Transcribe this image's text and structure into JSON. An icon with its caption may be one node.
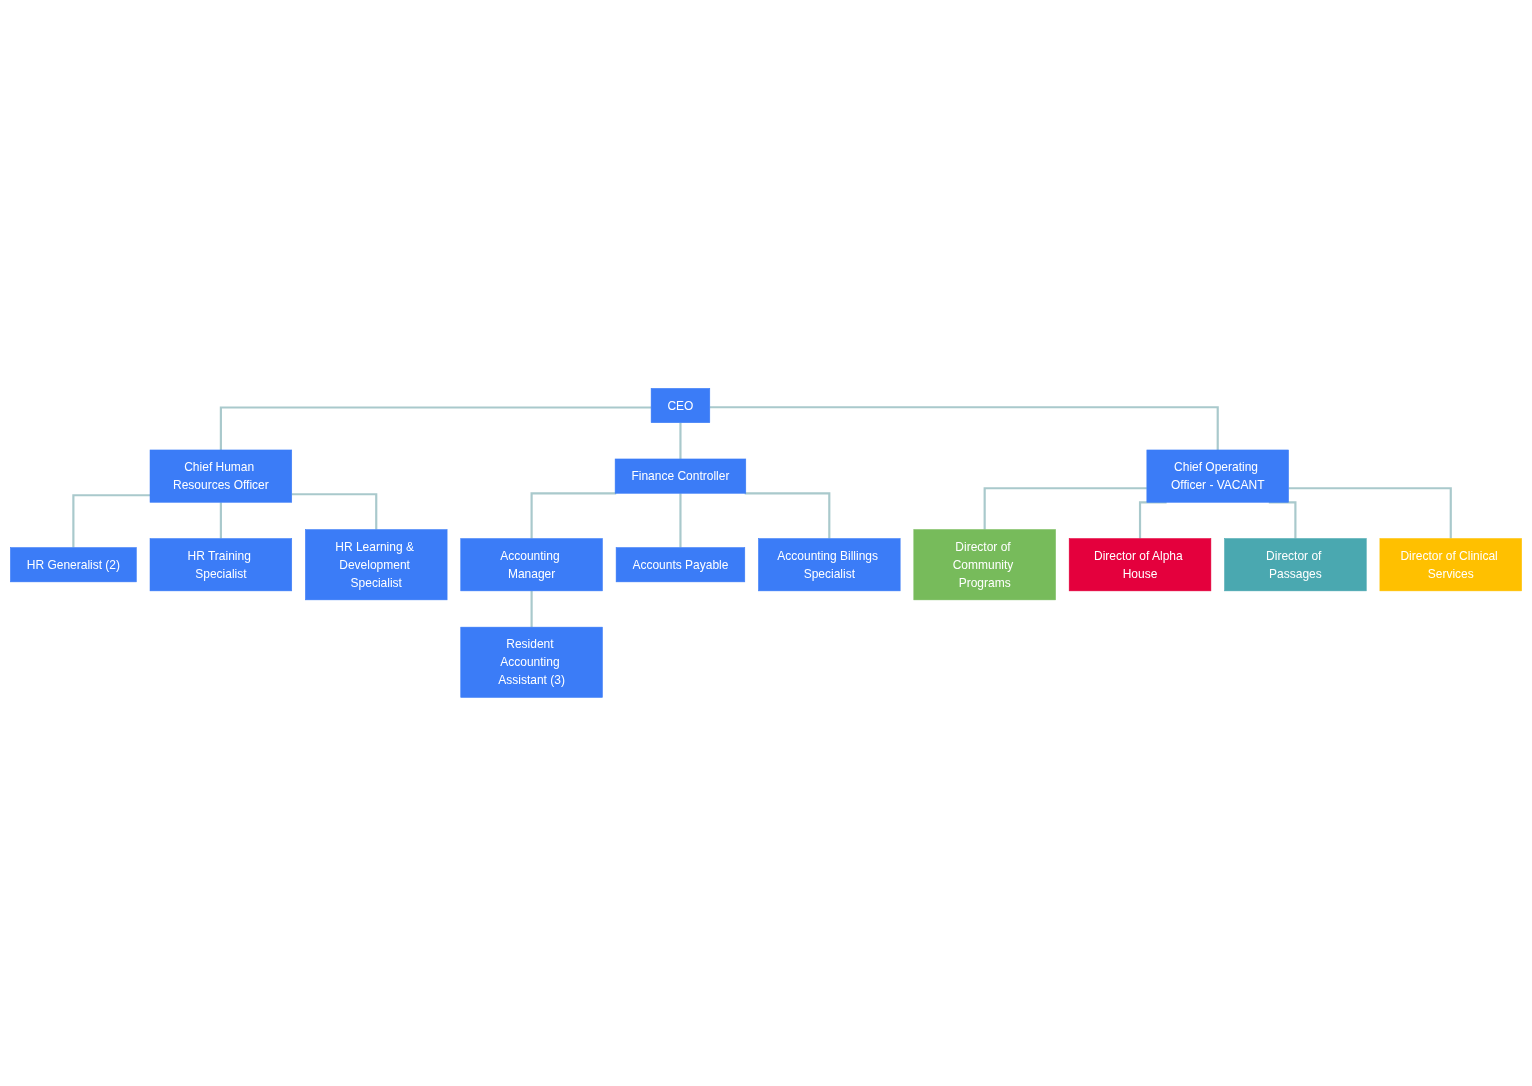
{
  "diagram": {
    "nodes": [
      {
        "text": [
          "CEO"
        ]
      },
      {
        "text": [
          "Chief Human Resources Officer"
        ]
      },
      {
        "text": [
          "Finance Controller"
        ]
      },
      {
        "text": [
          "Chief Operating Officer - VACANT"
        ]
      },
      {
        "text": [
          "HR Generalist (2)"
        ]
      },
      {
        "text": [
          "HR Training Specialist"
        ]
      },
      {
        "text": [
          "HR Learning & Development Specialist"
        ]
      },
      {
        "text": [
          "Accounting Manager"
        ]
      },
      {
        "text": [
          "Accounts Payable"
        ]
      },
      {
        "text": [
          "Accounting Billings Specialist"
        ]
      },
      {
        "text": [
          "Resident Accounting Assistant (3)"
        ]
      },
      {
        "text": [
          "Director of Community Programs"
        ]
      },
      {
        "text": [
          "Director of Alpha House"
        ]
      },
      {
        "text": [
          "Director of Passages"
        ]
      },
      {
        "text": [
          "Director of Clinical Services"
        ]
      }
    ],
    "edges": [
      {
        "from": 0,
        "to": 1,
        "arrow": "none"
      },
      {
        "from": 0,
        "to": 2,
        "arrow": "none"
      },
      {
        "from": 0,
        "to": 3,
        "arrow": "none"
      },
      {
        "from": 1,
        "to": 4,
        "arrow": "none"
      },
      {
        "from": 1,
        "to": 5,
        "arrow": "none"
      },
      {
        "from": 1,
        "to": 6,
        "arrow": "none"
      },
      {
        "from": 2,
        "to": 7,
        "arrow": "none"
      },
      {
        "from": 2,
        "to": 8,
        "arrow": "none"
      },
      {
        "from": 2,
        "to": 9,
        "arrow": "none"
      },
      {
        "from": 7,
        "to": 10,
        "arrow": "none"
      },
      {
        "from": 3,
        "to": 11,
        "arrow": "none"
      },
      {
        "from": 3,
        "to": 12,
        "arrow": "none"
      },
      {
        "from": 3,
        "to": 13,
        "arrow": "none"
      },
      {
        "from": 3,
        "to": 14,
        "arrow": "none"
      }
    ]
  }
}
